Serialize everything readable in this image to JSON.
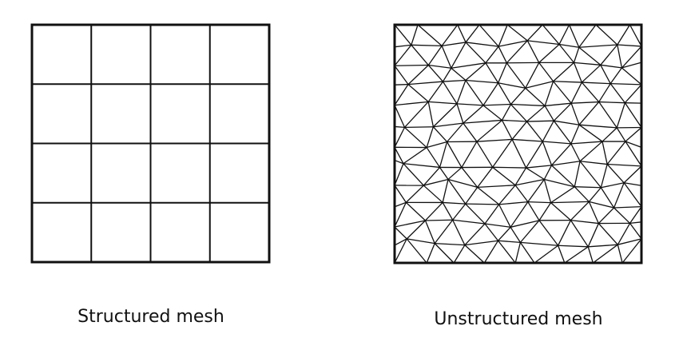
{
  "diagrams": [
    {
      "id": "structured",
      "label": "Structured mesh",
      "grid_cells": 4
    },
    {
      "id": "unstructured",
      "label": "Unstructured mesh",
      "node_rows": 13,
      "node_cols": 9
    }
  ],
  "colors": {
    "line": "#111111",
    "background": "#ffffff"
  }
}
